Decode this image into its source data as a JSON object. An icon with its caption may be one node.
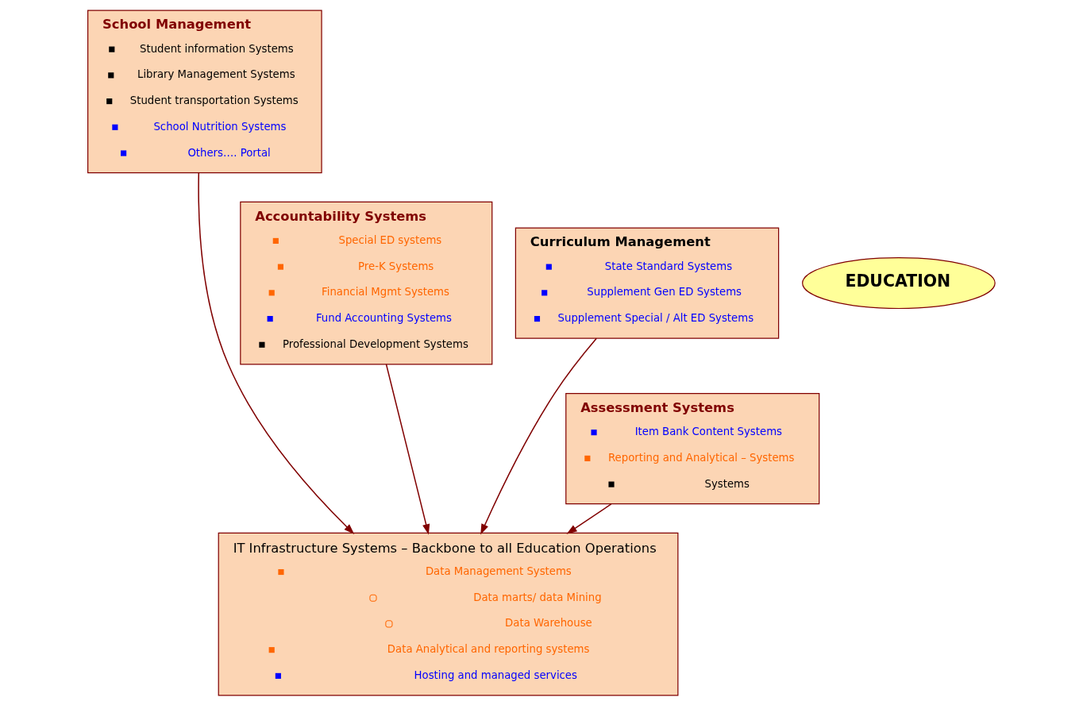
{
  "diagram": {
    "nodes": [
      {
        "text": [
          "School Management",
          "Student information Systems",
          "Library Management Systems",
          "Student transportation Systems",
          "School Nutrition Systems",
          "Others…. Portal"
        ]
      },
      {
        "text": [
          "Accountability Systems",
          "Special ED systems",
          "Pre-K Systems",
          "Financial Mgmt Systems",
          "Fund Accounting Systems",
          "Professional Development Systems"
        ]
      },
      {
        "text": [
          "EDUCATION"
        ]
      },
      {
        "text": [
          "Curriculum Management",
          "State Standard Systems",
          "Supplement Gen ED Systems",
          "Supplement Special / Alt ED Systems"
        ]
      },
      {
        "text": [
          "Assessment Systems",
          "Item Bank Content Systems",
          "Reporting and Analytical – Systems",
          "Systems"
        ]
      },
      {
        "text": [
          "IT Infrastructure Systems – Backbone to all Education Operations",
          "Data Management Systems",
          "Data marts/ data Mining",
          "Data Warehouse",
          "Data Analytical and reporting systems",
          "Hosting and managed services"
        ]
      }
    ],
    "edges": [
      {
        "from": 0,
        "to": 5,
        "arrow": "to"
      },
      {
        "from": 1,
        "to": 5,
        "arrow": "to"
      },
      {
        "from": 4,
        "to": 5,
        "arrow": "to"
      },
      {
        "from": 3,
        "to": 5,
        "arrow": "to"
      }
    ]
  }
}
